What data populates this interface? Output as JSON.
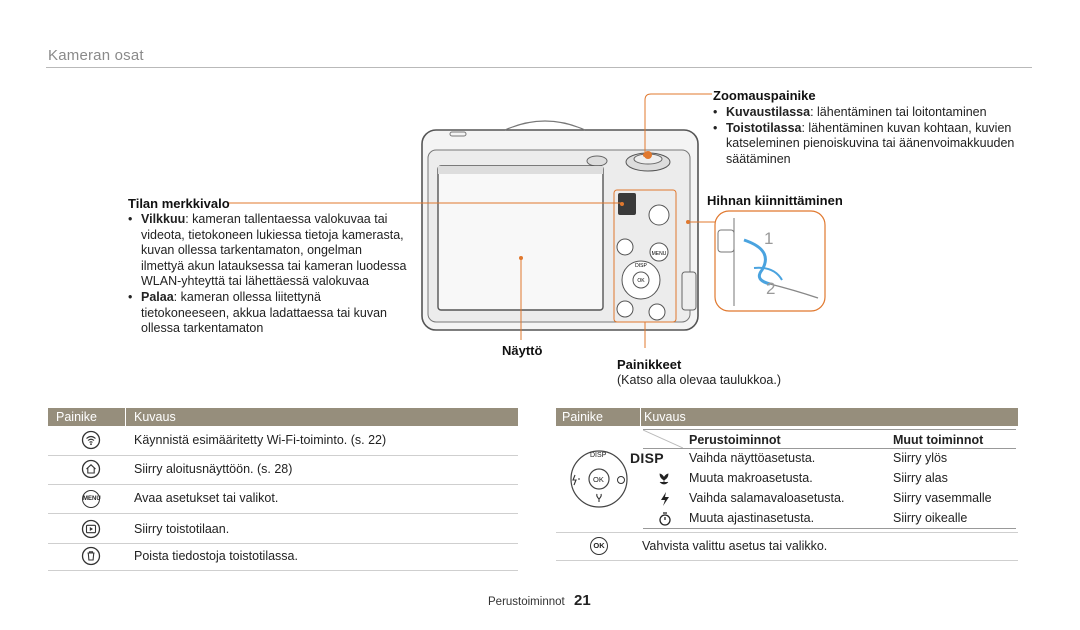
{
  "section_title": "Kameran osat",
  "zoom": {
    "title": "Zoomauspainike",
    "bullets": [
      {
        "bold": "Kuvaustilassa",
        "rest": ": lähentäminen tai loitontaminen"
      },
      {
        "bold": "Toistotilassa",
        "rest": ": lähentäminen kuvan kohtaan, kuvien"
      }
    ],
    "cont1": "katseleminen pienoiskuvina tai äänenvoimakkuuden",
    "cont2": "säätäminen"
  },
  "strap": {
    "title": "Hihnan kiinnittäminen",
    "step1": "1",
    "step2": "2"
  },
  "status_lamp": {
    "title": "Tilan merkkivalo",
    "b1_bold": "Vilkkuu",
    "b1_lines": [
      ": kameran tallentaessa valokuvaa tai",
      "videota, tietokoneen lukiessa tietoja kamerasta,",
      "kuvan ollessa tarkentamaton, ongelman",
      "ilmettyä akun latauksessa tai kameran luodessa",
      "WLAN-yhteyttä tai lähettäessä valokuvaa"
    ],
    "b2_bold": "Palaa",
    "b2_lines": [
      ": kameran ollessa liitettynä",
      "tietokoneeseen, akkua ladattaessa tai kuvan",
      "ollessa tarkentamaton"
    ]
  },
  "display": {
    "title": "Näyttö"
  },
  "buttons": {
    "title": "Painikkeet",
    "note": "(Katso alla olevaa taulukkoa.)"
  },
  "camera_labels": {
    "disp": "DISP",
    "ok": "OK",
    "menu": "MENU"
  },
  "left_table": {
    "col_button": "Painike",
    "col_desc": "Kuvaus",
    "rows": [
      {
        "icon": "wifi-icon",
        "desc": "Käynnistä esimääritetty Wi-Fi-toiminto. (s. 22)"
      },
      {
        "icon": "home-icon",
        "desc": "Siirry aloitusnäyttöön. (s. 28)"
      },
      {
        "icon": "menu-icon",
        "icon_text": "MENU",
        "desc": "Avaa asetukset tai valikot."
      },
      {
        "icon": "playback-icon",
        "desc": "Siirry toistotilaan."
      },
      {
        "icon": "trash-icon",
        "desc": "Poista tiedostoja toistotilassa."
      }
    ]
  },
  "right_table": {
    "col_button": "Painike",
    "col_desc": "Kuvaus",
    "sub_basic": "Perustoiminnot",
    "sub_other": "Muut toiminnot",
    "dial_disp": "DISP",
    "dial_ok": "OK",
    "rows": [
      {
        "icon": "disp-icon",
        "icon_text": "DISP",
        "basic": "Vaihda näyttöasetusta.",
        "other": "Siirry ylös"
      },
      {
        "icon": "macro-icon",
        "basic": "Muuta makroasetusta.",
        "other": "Siirry alas"
      },
      {
        "icon": "flash-icon",
        "basic": "Vaihda salamavaloasetusta.",
        "other": "Siirry vasemmalle"
      },
      {
        "icon": "timer-icon",
        "basic": "Muuta ajastinasetusta.",
        "other": "Siirry oikealle"
      }
    ],
    "ok_icon_text": "OK",
    "ok_desc": "Vahvista valittu asetus tai valikko."
  },
  "footer": {
    "label": "Perustoiminnot",
    "page": "21"
  }
}
